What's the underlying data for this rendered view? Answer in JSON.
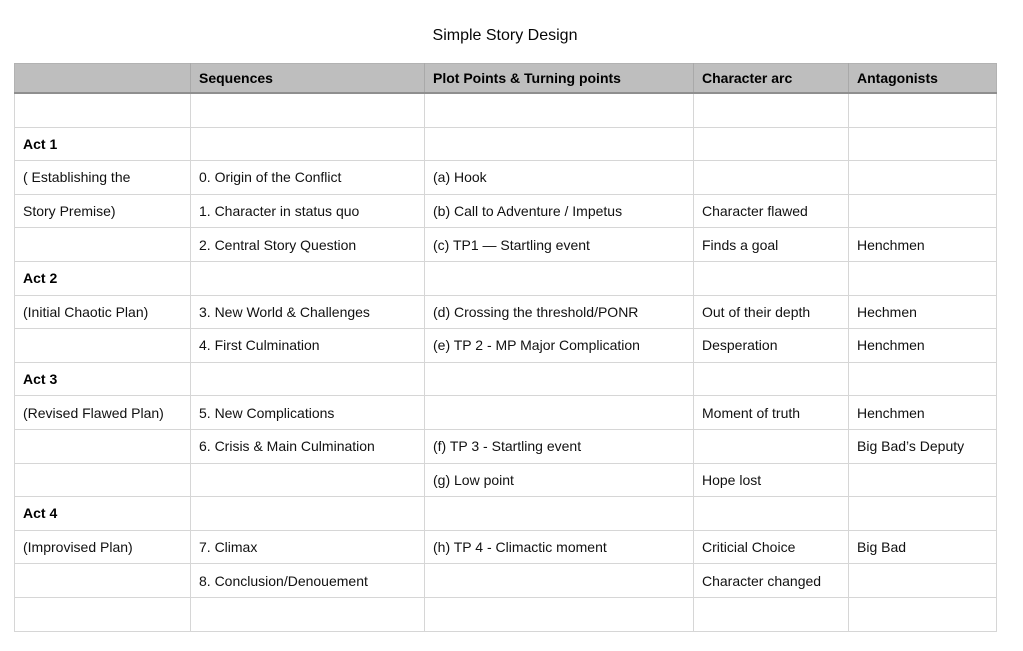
{
  "title": "Simple Story Design",
  "colors": {
    "header_bg": "#bebebe",
    "grid": "#d6d6d6",
    "header_border": "#8f8f8f",
    "text": "#000000",
    "background": "#ffffff"
  },
  "table": {
    "columns": [
      "",
      "Sequences",
      "Plot Points & Turning points",
      "Character arc",
      "Antagonists"
    ],
    "rows": [
      {
        "bold": false,
        "cells": [
          "",
          "",
          "",
          "",
          ""
        ]
      },
      {
        "bold": true,
        "cells": [
          "Act 1",
          "",
          "",
          "",
          ""
        ]
      },
      {
        "bold": false,
        "cells": [
          "( Establishing the",
          "0. Origin of the Conflict",
          "(a) Hook",
          "",
          ""
        ]
      },
      {
        "bold": false,
        "cells": [
          "Story Premise)",
          "1. Character in status quo",
          "(b) Call to Adventure / Impetus",
          "Character flawed",
          ""
        ]
      },
      {
        "bold": false,
        "cells": [
          "",
          "2. Central Story Question",
          "(c) TP1 — Startling event",
          "Finds a goal",
          "Henchmen"
        ]
      },
      {
        "bold": true,
        "cells": [
          "Act 2",
          "",
          "",
          "",
          ""
        ]
      },
      {
        "bold": false,
        "cells": [
          "(Initial Chaotic Plan)",
          "3. New World &  Challenges",
          "(d) Crossing the threshold/PONR",
          "Out of their depth",
          "Hechmen"
        ]
      },
      {
        "bold": false,
        "cells": [
          "",
          "4. First Culmination",
          "(e) TP 2 - MP Major Complication",
          "Desperation",
          "Henchmen"
        ]
      },
      {
        "bold": true,
        "cells": [
          "Act 3",
          "",
          "",
          "",
          ""
        ]
      },
      {
        "bold": false,
        "cells": [
          "(Revised Flawed Plan)",
          "5. New Complications",
          "",
          "Moment of truth",
          "Henchmen"
        ]
      },
      {
        "bold": false,
        "cells": [
          "",
          "6. Crisis & Main Culmination",
          "(f) TP 3 - Startling event",
          "",
          "Big Bad’s Deputy"
        ]
      },
      {
        "bold": false,
        "cells": [
          "",
          "",
          "(g) Low point",
          "Hope lost",
          ""
        ]
      },
      {
        "bold": true,
        "cells": [
          "Act 4",
          "",
          "",
          "",
          ""
        ]
      },
      {
        "bold": false,
        "cells": [
          "(Improvised Plan)",
          "7. Climax",
          "(h) TP 4 - Climactic moment",
          "Criticial Choice",
          "Big Bad"
        ]
      },
      {
        "bold": false,
        "cells": [
          "",
          "8. Conclusion/Denouement",
          "",
          "Character changed",
          ""
        ]
      },
      {
        "bold": false,
        "cells": [
          "",
          "",
          "",
          "",
          ""
        ]
      }
    ]
  }
}
